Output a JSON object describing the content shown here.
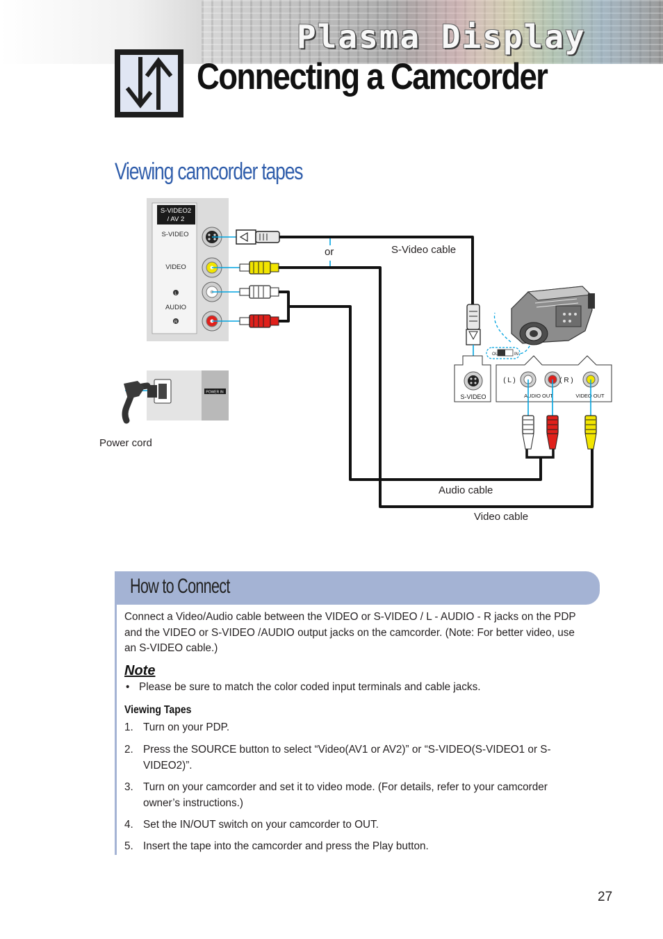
{
  "header": {
    "banner_text": "Plasma Display",
    "title": "Connecting a Camcorder",
    "title_icon": "input-arrows-icon"
  },
  "section": {
    "title": "Viewing camcorder tapes"
  },
  "diagram": {
    "tv_panel": {
      "svideo_header": "S-VIDEO2\n/ AV 2",
      "svideo_label": "S-VIDEO",
      "video_label": "VIDEO",
      "audio_left": "L",
      "audio_label": "AUDIO",
      "audio_right": "R"
    },
    "power_panel": {
      "power_in_label": "POWER IN"
    },
    "camcorder": {
      "svideo_label": "S-VIDEO",
      "audio_l": "( L )",
      "audio_r": "( R )",
      "audio_out_label": "AUDIO OUT",
      "video_out_label": "VIDEO OUT",
      "switch_out": "OUT",
      "switch_in": "IN"
    },
    "labels": {
      "or": "or",
      "svideo_cable": "S-Video cable",
      "power_cord": "Power cord",
      "audio_cable": "Audio cable",
      "video_cable": "Video cable"
    },
    "colors": {
      "video_yellow": "#f2e500",
      "audio_red": "#e0201b",
      "audio_white": "#ffffff",
      "link_blue": "#00a3e0"
    }
  },
  "howto": {
    "title": "How to Connect",
    "intro": "Connect a Video/Audio cable between the VIDEO or S-VIDEO / L - AUDIO - R jacks on the PDP and the VIDEO or S-VIDEO /AUDIO output jacks on the camcorder. (Note: For better video, use an S-VIDEO cable.)",
    "note_heading": "Note",
    "note_bullet": "•",
    "note_text": "Please be sure to match the color coded input terminals and cable jacks.",
    "steps_heading": "Viewing Tapes",
    "steps": [
      {
        "num": "1.",
        "text": "Turn on your PDP."
      },
      {
        "num": "2.",
        "text": "Press the SOURCE button to select “Video(AV1 or AV2)” or “S-VIDEO(S-VIDEO1 or S-VIDEO2)”."
      },
      {
        "num": "3.",
        "text": "Turn on your camcorder and set it to video mode. (For details, refer to your camcorder owner’s instructions.)"
      },
      {
        "num": "4.",
        "text": "Set the IN/OUT switch on your camcorder to OUT."
      },
      {
        "num": "5.",
        "text": "Insert the tape into the camcorder and press the Play button."
      }
    ]
  },
  "page_number": "27"
}
